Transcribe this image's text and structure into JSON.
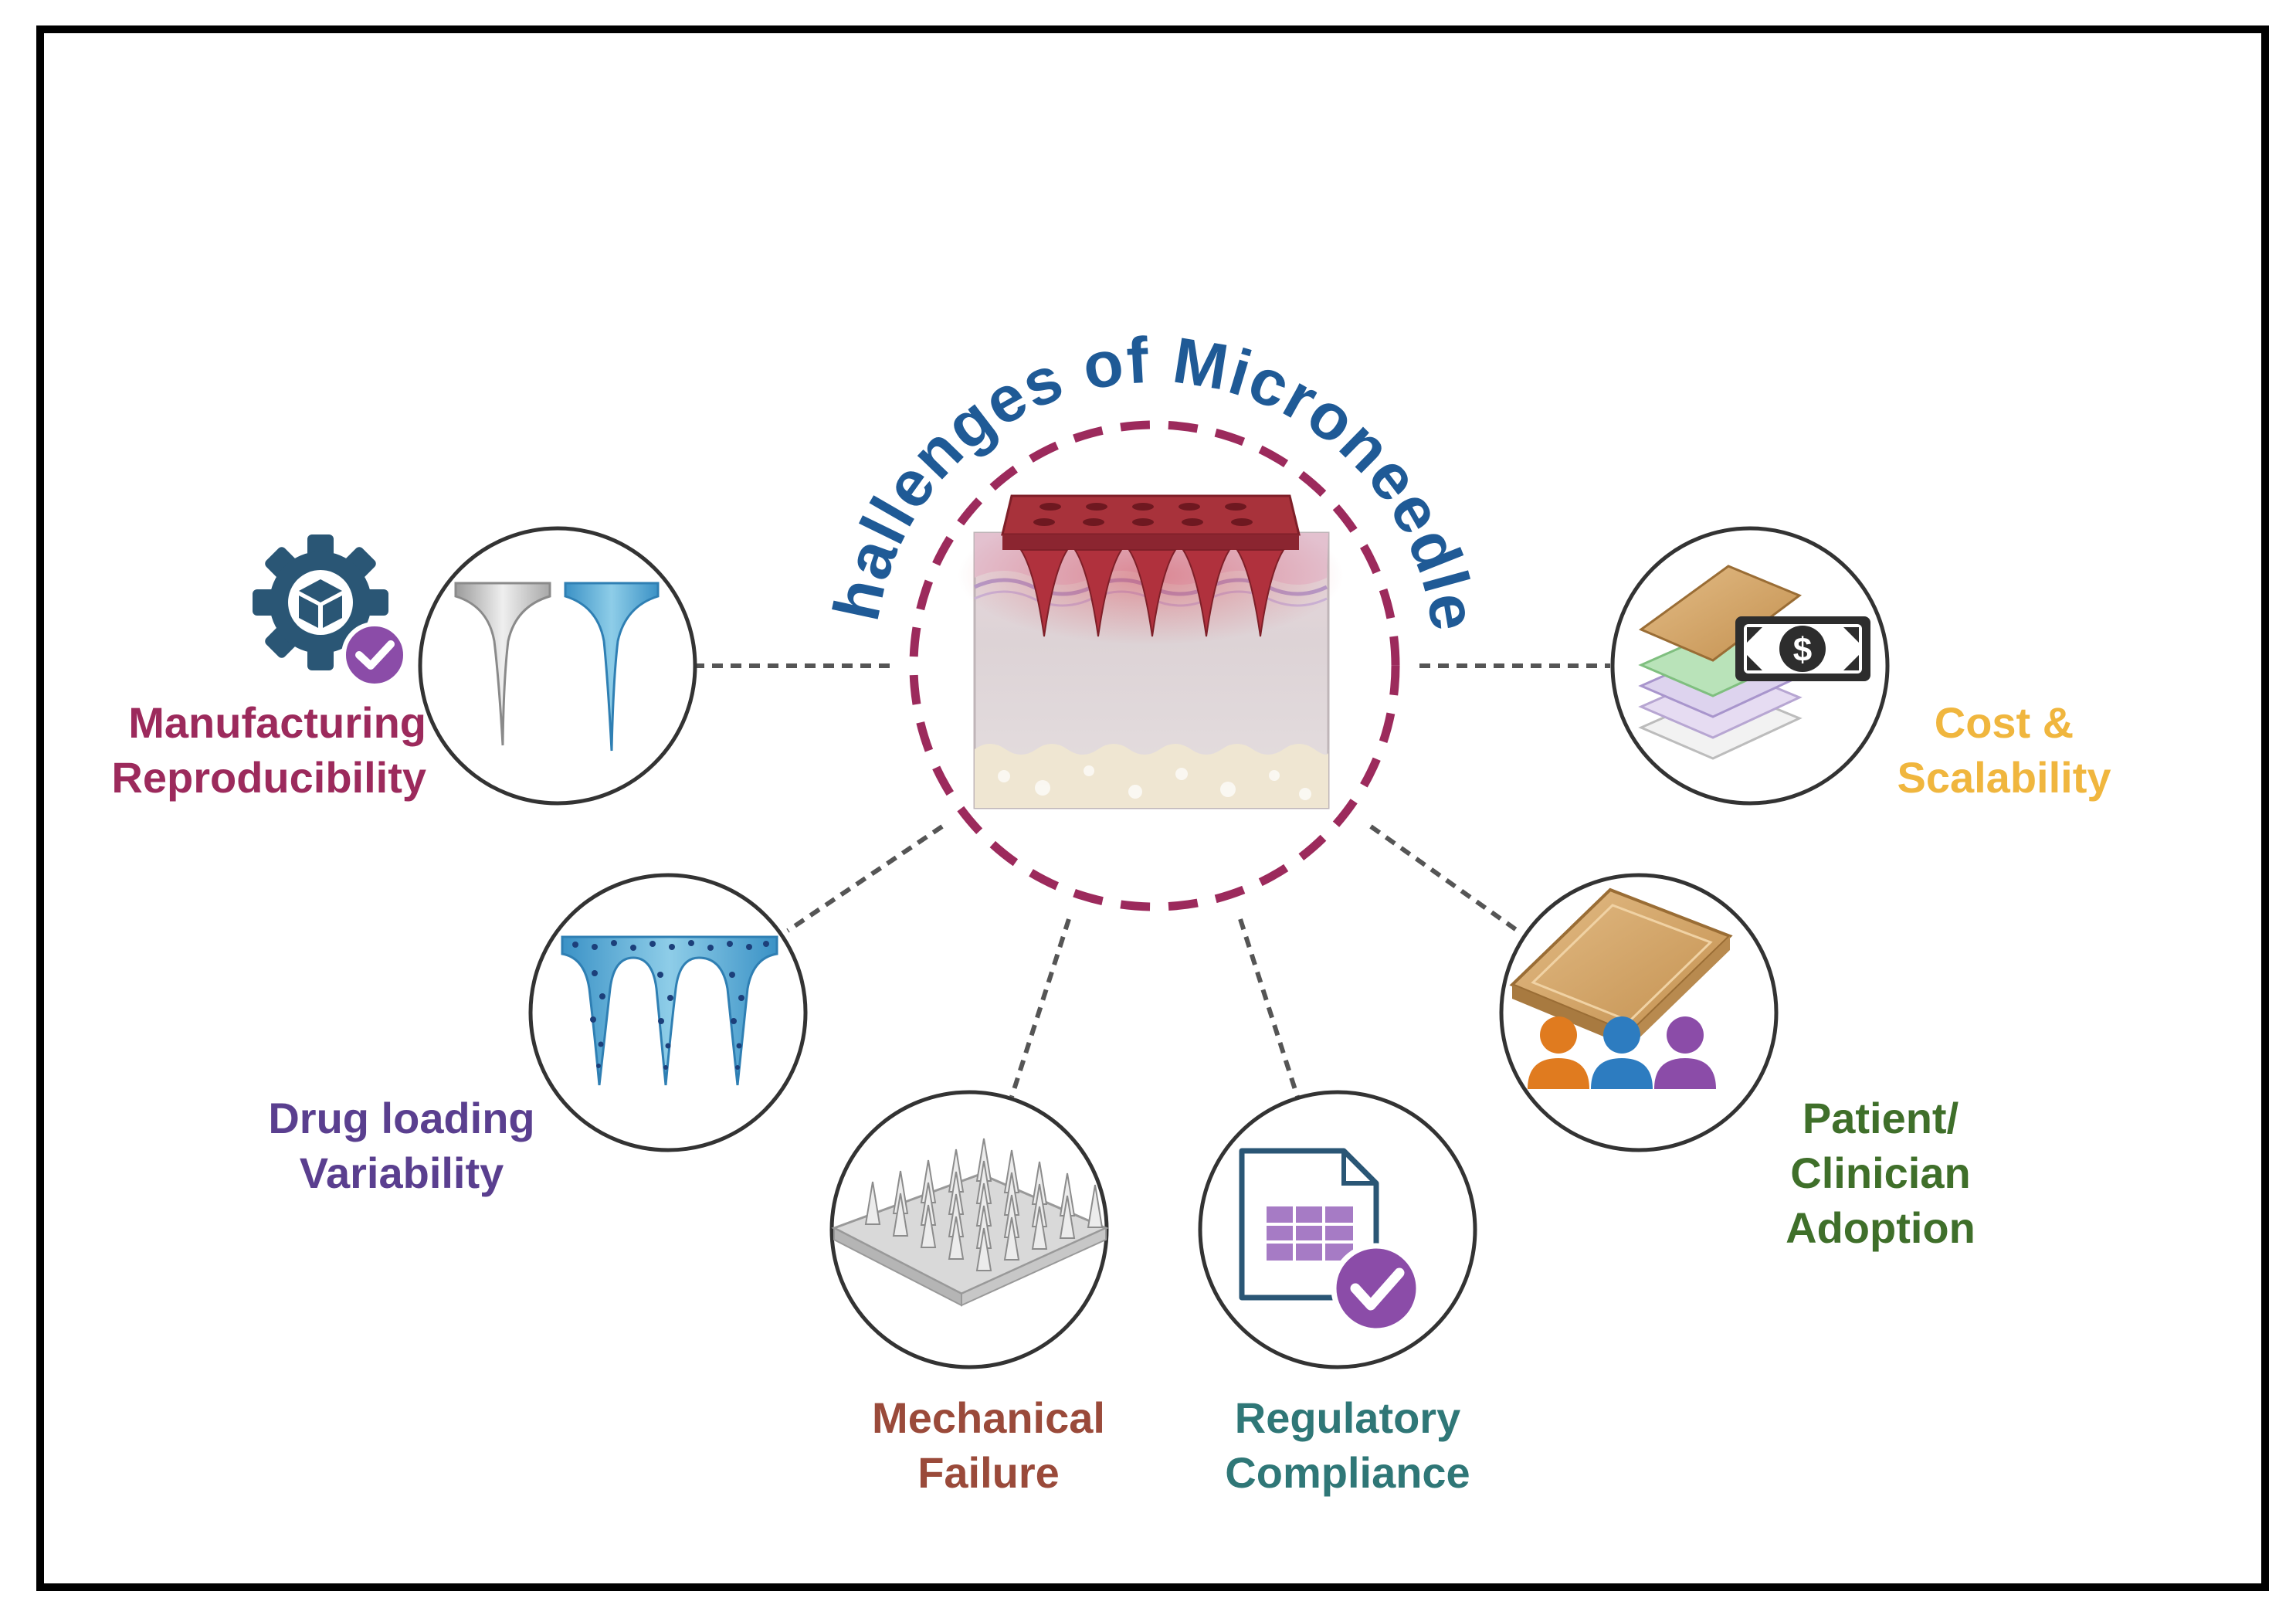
{
  "title": "Challenges of Microneedles",
  "colors": {
    "title": "#1f5a96",
    "ring": "#9c2a5c",
    "frame": "#000000",
    "connector": "#555555",
    "manufacturing": "#9c2a5c",
    "drug_loading": "#5a3f8f",
    "mechanical": "#9a4a3a",
    "regulatory": "#2f7777",
    "patient": "#3f6f2a",
    "cost": "#f0b63e"
  },
  "challenges": [
    {
      "id": "manufacturing",
      "lines": [
        "Manufacturing",
        "Reproducibility"
      ],
      "icon": "microneedle-pair-icon"
    },
    {
      "id": "drug_loading",
      "lines": [
        "Drug loading",
        "Variability"
      ],
      "icon": "drug-loaded-microneedle-icon"
    },
    {
      "id": "mechanical",
      "lines": [
        "Mechanical",
        "Failure"
      ],
      "icon": "microneedle-array-icon"
    },
    {
      "id": "regulatory",
      "lines": [
        "Regulatory",
        "Compliance"
      ],
      "icon": "document-check-icon"
    },
    {
      "id": "patient",
      "lines": [
        "Patient/",
        "Clinician",
        "Adoption"
      ],
      "icon": "patch-people-icon"
    },
    {
      "id": "cost",
      "lines": [
        "Cost &",
        "Scalability"
      ],
      "icon": "patch-money-icon"
    }
  ],
  "icons": {
    "center": "skin-microneedle-patch-icon",
    "gear": "gear-box-check-icon",
    "dollar_sign": "$"
  }
}
